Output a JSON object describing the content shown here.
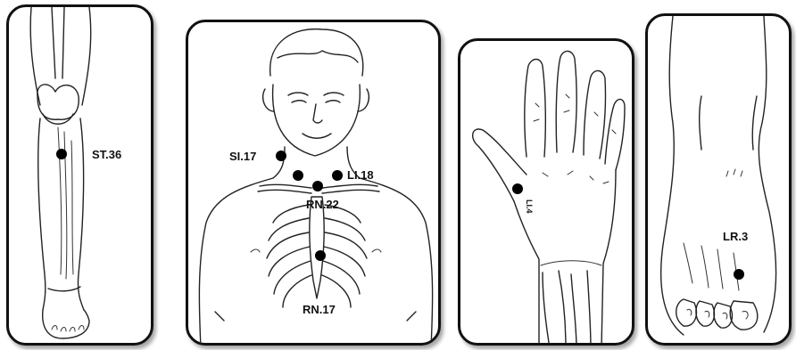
{
  "panels": [
    {
      "id": "leg",
      "points": [
        {
          "label": "ST.36"
        }
      ]
    },
    {
      "id": "torso",
      "points": [
        {
          "label": "SI.17"
        },
        {
          "label": "LI.18"
        },
        {
          "label": "RN.22"
        },
        {
          "label": "RN.17"
        }
      ]
    },
    {
      "id": "hand",
      "points": [
        {
          "label": "LI.4"
        }
      ]
    },
    {
      "id": "foot",
      "points": [
        {
          "label": "LR.3"
        }
      ]
    }
  ],
  "colors": {
    "ink": "#111111",
    "panel_border": "#111111",
    "background": "#ffffff"
  }
}
